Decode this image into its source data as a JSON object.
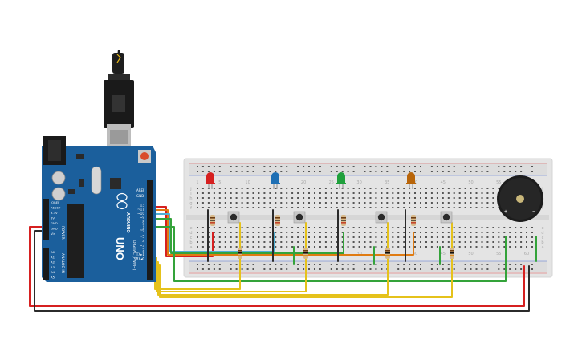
{
  "board": {
    "logo_text": "ARDUINO",
    "model": "UNO",
    "header_labels": {
      "aref": "AREF",
      "gnd": "GND"
    },
    "digital_pins": [
      "13",
      "~11",
      "~10",
      "~9",
      "8",
      "7",
      "~6",
      "~5",
      "4",
      "~3",
      "2",
      "TX▸1",
      "RX◂0"
    ],
    "power_labels": [
      "IOREF",
      "RESET",
      "3.3V",
      "5V",
      "GND",
      "GND",
      "Vin"
    ],
    "analog_labels": [
      "A0",
      "A1",
      "A2",
      "A3",
      "A4",
      "A5"
    ],
    "side_labels": {
      "power": "POWER",
      "analog": "ANALOG IN",
      "digital": "DIGITAL (PWM~)"
    }
  },
  "breadboard": {
    "column_numbers": [
      "1",
      "5",
      "10",
      "15",
      "20",
      "25",
      "30",
      "35",
      "40",
      "45",
      "50",
      "55",
      "60"
    ],
    "row_letters_top": [
      "j",
      "i",
      "h",
      "g",
      "f"
    ],
    "row_letters_bottom": [
      "e",
      "d",
      "c",
      "b",
      "a"
    ]
  },
  "components": {
    "leds": [
      {
        "id": "led-red",
        "color": "#d62020"
      },
      {
        "id": "led-blue",
        "color": "#1e6fb4"
      },
      {
        "id": "led-green",
        "color": "#1fa03c"
      },
      {
        "id": "led-orange",
        "color": "#b8650a"
      }
    ],
    "buzzer": {
      "plus": "+",
      "minus": "−"
    }
  },
  "colors": {
    "board": "#1b5f9c",
    "breadboard": "#e4e4e4",
    "wire_red": "#d62020",
    "wire_orange": "#e07b12",
    "wire_cyan": "#4fb0d4",
    "wire_green": "#34a33a",
    "wire_yellow": "#e5c21b",
    "wire_black": "#2b2b2b"
  }
}
